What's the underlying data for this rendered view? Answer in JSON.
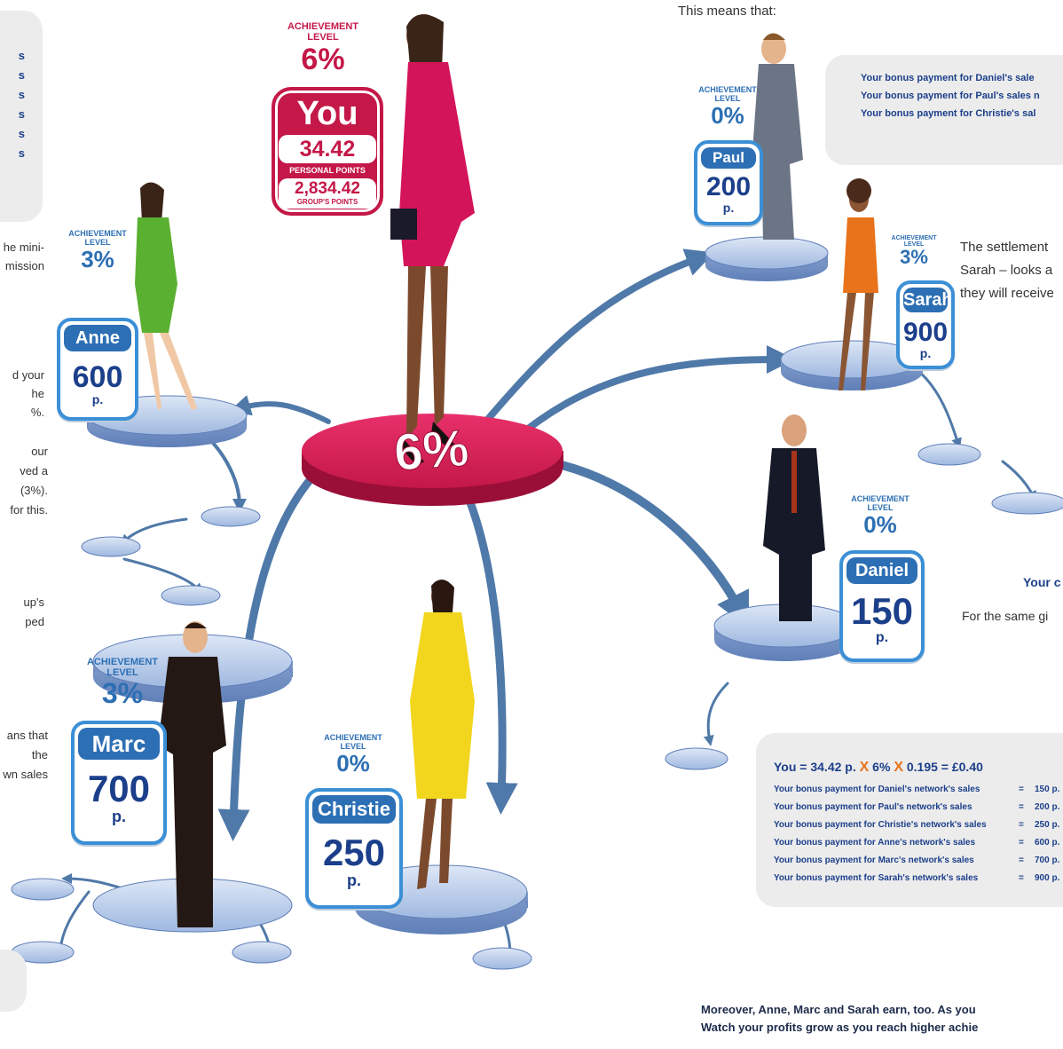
{
  "intro": {
    "means": "This means that:"
  },
  "left_panel": {
    "items": [
      "s",
      "s",
      "s",
      "s",
      "s",
      "s"
    ]
  },
  "left_text": {
    "p1": [
      "he mini-",
      "mission"
    ],
    "p2": [
      "d your",
      "he",
      "%."
    ],
    "p3": [
      "our",
      "ved a",
      "(3%).",
      "for this."
    ],
    "p4": [
      "up's",
      "ped"
    ],
    "p5": [
      "ans that",
      "the",
      "wn sales"
    ]
  },
  "you": {
    "ach_label": "ACHIEVEMENT\nLEVEL",
    "ach_pct": "6%",
    "name": "You",
    "personal_points": "34.42",
    "personal_label": "PERSONAL POINTS",
    "group_points": "2,834.42",
    "group_label": "GROUP'S POINTS",
    "disc_label": "6%"
  },
  "people": [
    {
      "name": "Paul",
      "ach_label": "ACHIEVEMENT\nLEVEL",
      "ach_pct": "0%",
      "points": "200",
      "unit": "p."
    },
    {
      "name": "Sarah",
      "ach_label": "ACHIEVEMENT\nLEVEL",
      "ach_pct": "3%",
      "points": "900",
      "unit": "p."
    },
    {
      "name": "Daniel",
      "ach_label": "ACHIEVEMENT\nLEVEL",
      "ach_pct": "0%",
      "points": "150",
      "unit": "p."
    },
    {
      "name": "Anne",
      "ach_label": "ACHIEVEMENT\nLEVEL",
      "ach_pct": "3%",
      "points": "600",
      "unit": "p."
    },
    {
      "name": "Marc",
      "ach_label": "ACHIEVEMENT\nLEVEL",
      "ach_pct": "3%",
      "points": "700",
      "unit": "p."
    },
    {
      "name": "Christie",
      "ach_label": "ACHIEVEMENT\nLEVEL",
      "ach_pct": "0%",
      "points": "250",
      "unit": "p."
    }
  ],
  "top_right_panel": {
    "rows": [
      "Your bonus payment for Daniel's sale",
      "Your bonus payment for Paul's sales n",
      "Your bonus payment for Christie's sal"
    ]
  },
  "settlement": {
    "lines": [
      "The settlement",
      "Sarah – looks a",
      "they will receive"
    ]
  },
  "your_c": "Your c",
  "same_gi": "For the same gi",
  "calc_panel": {
    "head": {
      "pre": "You = 34.42 p. ",
      "x1": "X",
      "mid": " 6% ",
      "x2": "X",
      "post": " 0.195 = £0.40"
    },
    "rows": [
      {
        "label": "Your bonus payment for Daniel's network's sales",
        "eq": "=",
        "val": "150 p."
      },
      {
        "label": "Your bonus payment for Paul's network's sales",
        "eq": "=",
        "val": "200 p."
      },
      {
        "label": "Your bonus payment for Christie's network's sales",
        "eq": "=",
        "val": "250 p."
      },
      {
        "label": "Your bonus payment for Anne's network's sales",
        "eq": "=",
        "val": "600 p."
      },
      {
        "label": "Your bonus payment for Marc's network's sales",
        "eq": "=",
        "val": "700 p."
      },
      {
        "label": "Your bonus payment for Sarah's network's sales",
        "eq": "=",
        "val": "900 p."
      }
    ]
  },
  "footer": {
    "line1": "Moreover, Anne, Marc and Sarah earn, too. As you",
    "line2": "Watch your profits grow as you reach higher achie"
  },
  "colors": {
    "accent_red": "#c41848",
    "accent_blue": "#2d6fb4",
    "navy": "#1b3f8a",
    "orange": "#e8731a"
  }
}
